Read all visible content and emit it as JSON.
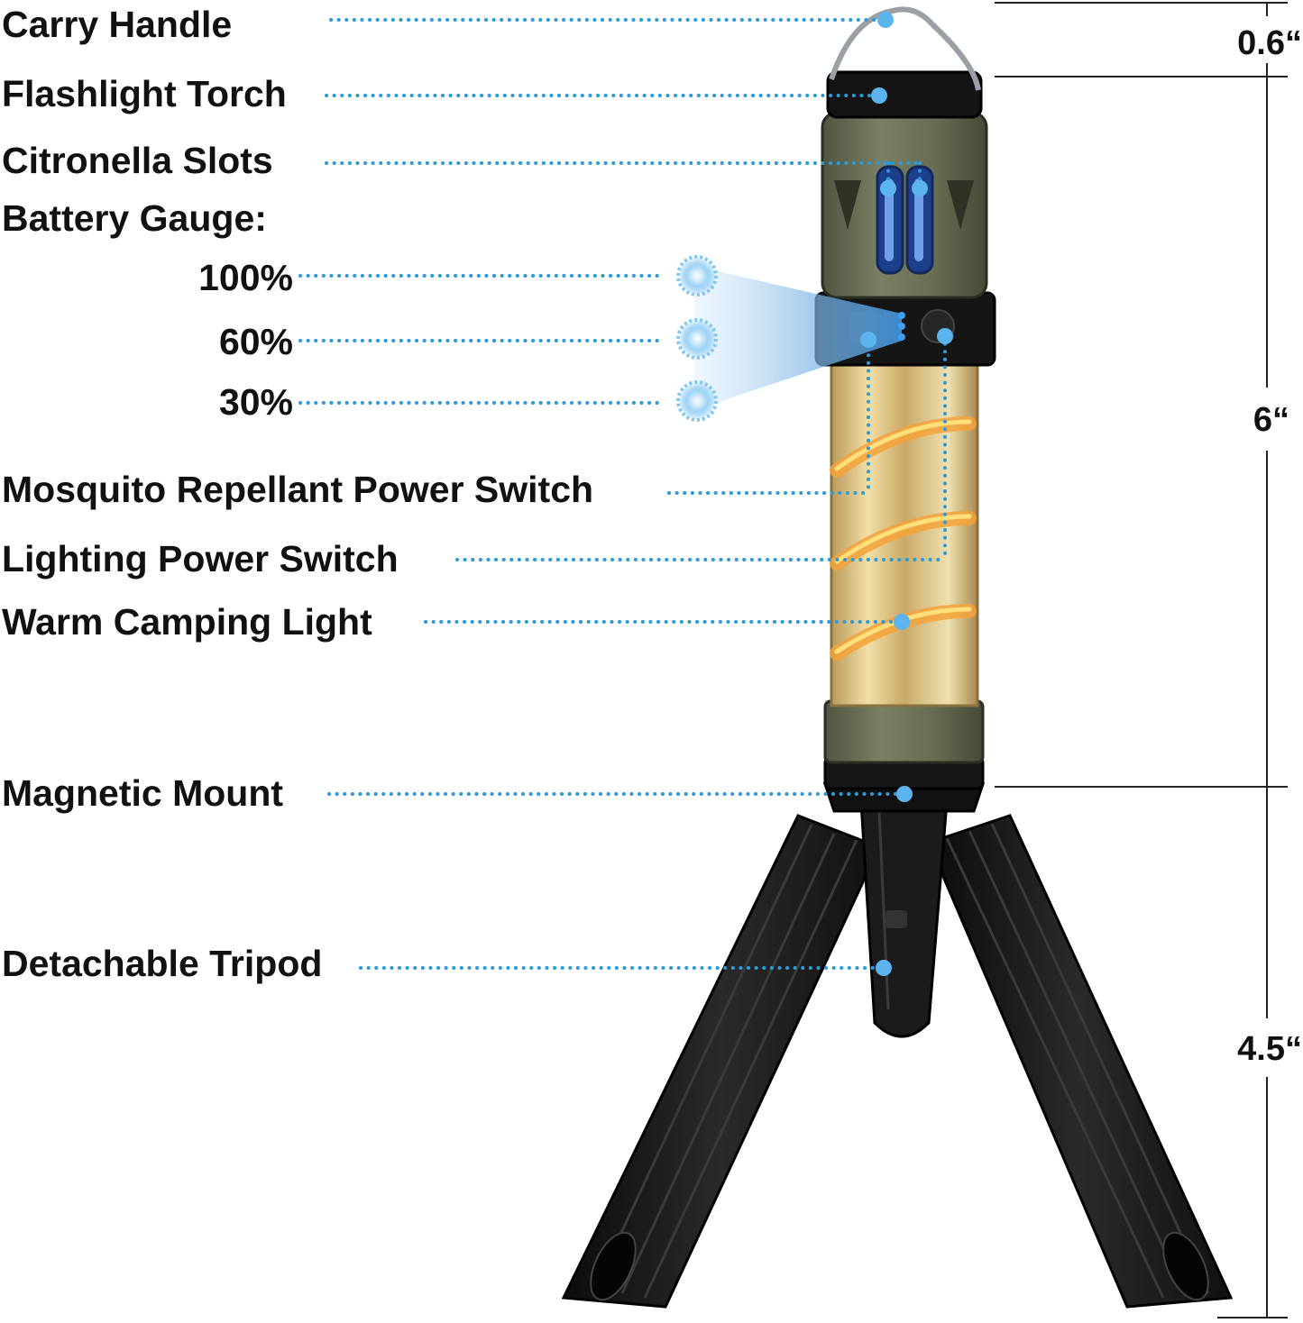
{
  "labels": {
    "carry_handle": "Carry Handle",
    "flashlight_torch": "Flashlight Torch",
    "citronella_slots": "Citronella Slots",
    "battery_gauge": "Battery Gauge:",
    "gauge_100": "100%",
    "gauge_60": "60%",
    "gauge_30": "30%",
    "mosquito_switch": "Mosquito Repellant Power Switch",
    "lighting_switch": "Lighting Power Switch",
    "warm_light": "Warm Camping Light",
    "magnetic_mount": "Magnetic Mount",
    "detachable_tripod": "Detachable Tripod"
  },
  "dimensions": {
    "top": "0.6“",
    "middle": "6“",
    "bottom": "4.5“"
  },
  "colors": {
    "leader_dots": "#2b9bd9",
    "marker_dots": "#5cb4ee",
    "gauge_led": "#7fc8f5",
    "body_green": "#6b7158",
    "body_black": "#1c1c1c",
    "warm_glow": "#f0a23a"
  }
}
